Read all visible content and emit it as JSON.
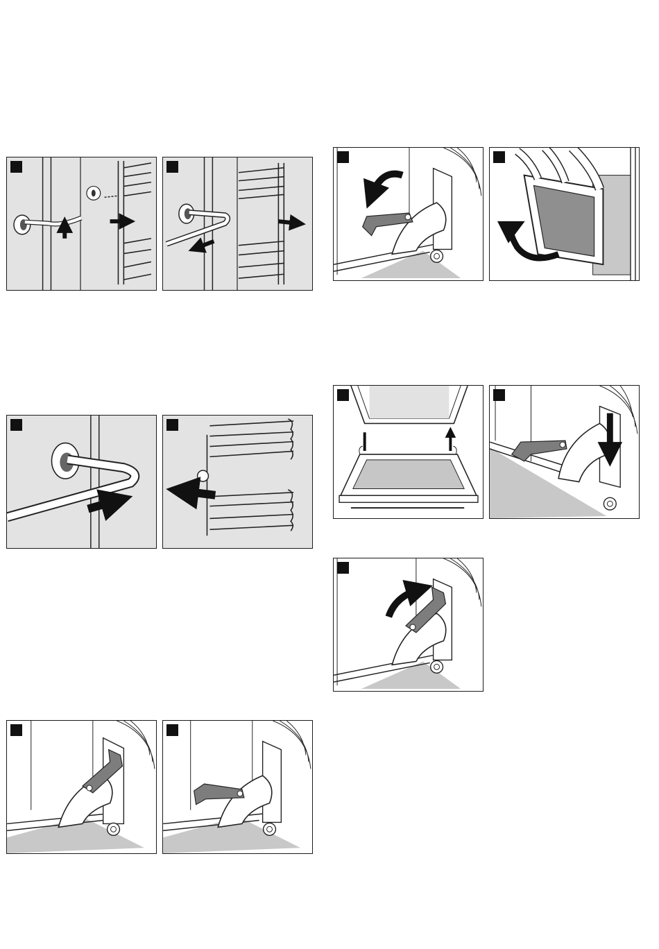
{
  "page": {
    "background": "#ffffff"
  },
  "colors": {
    "panel_border": "#1a1a1a",
    "panel_gray": "#e3e3e3",
    "badge": "#111111",
    "lever": "#7d7d7d",
    "floor": "#c8c8c8",
    "arrow": "#111111"
  },
  "figures": [
    {
      "id": "rail-unhook-front",
      "background": "gray",
      "icon": "shelf-rail-unhook-icon"
    },
    {
      "id": "rail-unhook-rear",
      "background": "gray",
      "icon": "shelf-rail-pull-icon"
    },
    {
      "id": "rail-attach-front",
      "background": "gray",
      "icon": "shelf-rail-attach-icon"
    },
    {
      "id": "rail-attach-rear",
      "background": "gray",
      "icon": "shelf-rail-push-icon"
    },
    {
      "id": "hinge-lever-up",
      "background": "white",
      "icon": "hinge-lever-closed-icon"
    },
    {
      "id": "hinge-lever-open",
      "background": "white",
      "icon": "hinge-lever-open-icon"
    },
    {
      "id": "hinge-flip-down",
      "background": "white",
      "icon": "hinge-flip-down-icon"
    },
    {
      "id": "door-remove",
      "background": "white",
      "icon": "door-lift-out-icon"
    },
    {
      "id": "door-insert",
      "background": "white",
      "icon": "door-insert-icon"
    },
    {
      "id": "hinge-push-in",
      "background": "white",
      "icon": "hinge-push-in-icon"
    },
    {
      "id": "hinge-flip-up",
      "background": "white",
      "icon": "hinge-flip-up-icon"
    }
  ]
}
